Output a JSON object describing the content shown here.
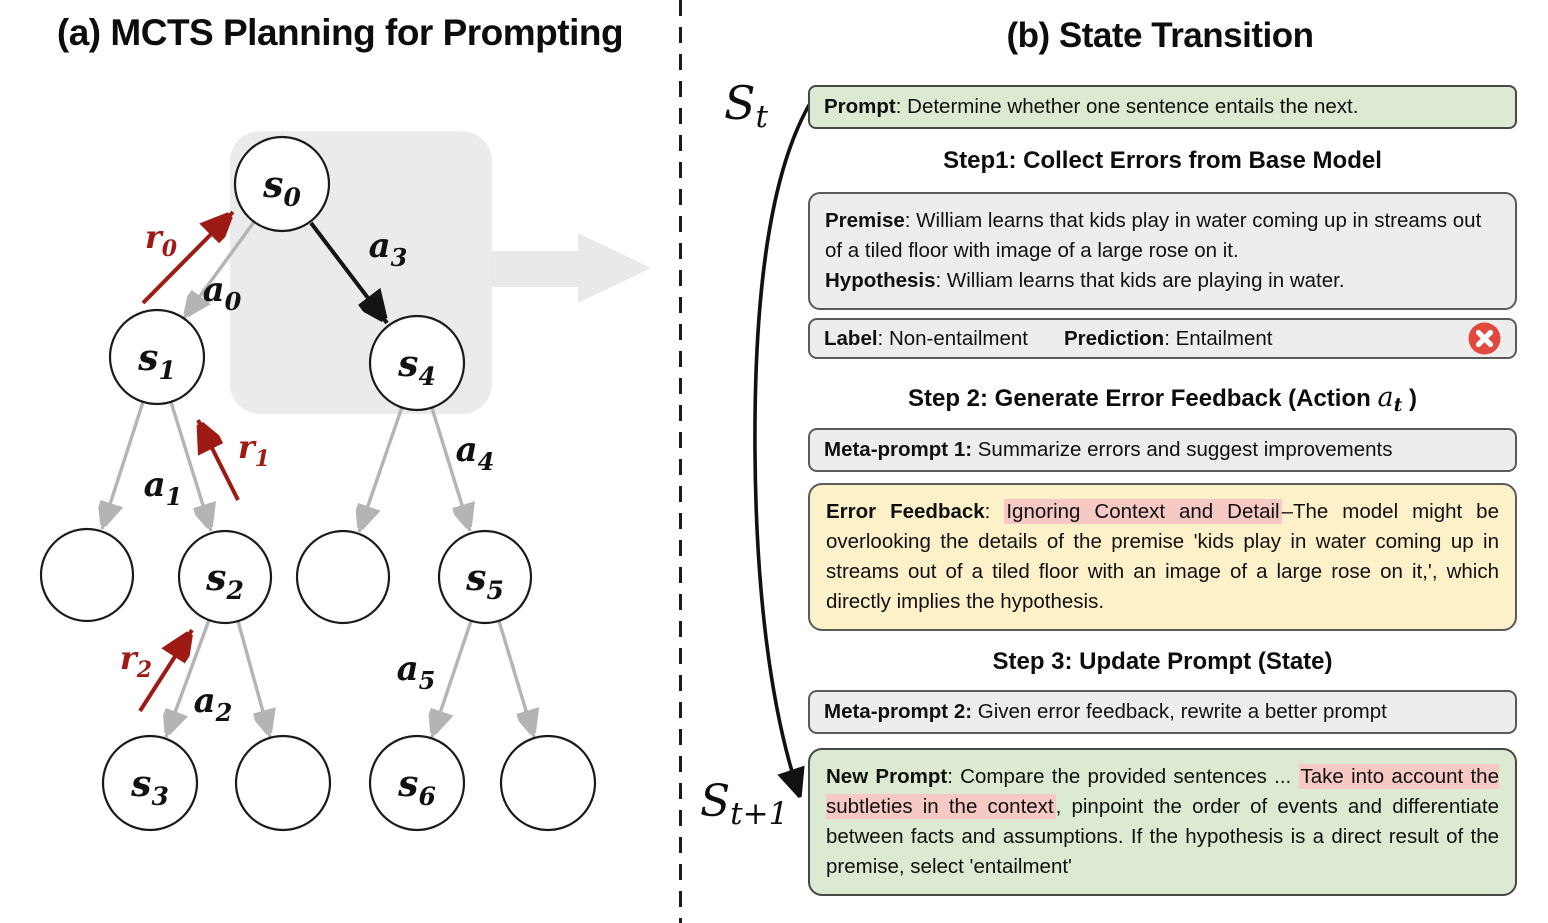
{
  "colors": {
    "reward_red": "#9e1a15",
    "edge_gray": "#b4b4b4",
    "subtree_highlight_gray": "#ebebeb",
    "box_green": "#dcead2",
    "box_gray": "#ededed",
    "box_yellow": "#fdf1ca",
    "text_highlight_pink": "#f6c9c5",
    "error_icon_red": "#e2483d"
  },
  "icons": {
    "error_icon": "red-circle-with-white-x",
    "expand_arrow_icon": "light-gray-right-arrow",
    "state_transition_arrow": "black-curved-arrow"
  },
  "left_panel": {
    "title": "(a) MCTS Planning for Prompting",
    "tree": {
      "nodes": {
        "s0": {
          "base": "s",
          "sub": "0"
        },
        "s1": {
          "base": "s",
          "sub": "1"
        },
        "s2": {
          "base": "s",
          "sub": "2"
        },
        "s3": {
          "base": "s",
          "sub": "3"
        },
        "s4": {
          "base": "s",
          "sub": "4"
        },
        "s5": {
          "base": "s",
          "sub": "5"
        },
        "s6": {
          "base": "s",
          "sub": "6"
        }
      },
      "actions": {
        "a0": {
          "base": "a",
          "sub": "0"
        },
        "a1": {
          "base": "a",
          "sub": "1"
        },
        "a2": {
          "base": "a",
          "sub": "2"
        },
        "a3": {
          "base": "a",
          "sub": "3"
        },
        "a4": {
          "base": "a",
          "sub": "4"
        },
        "a5": {
          "base": "a",
          "sub": "5"
        }
      },
      "rewards": {
        "r0": {
          "base": "r",
          "sub": "0"
        },
        "r1": {
          "base": "r",
          "sub": "1"
        },
        "r2": {
          "base": "r",
          "sub": "2"
        }
      }
    }
  },
  "right_panel": {
    "title": "(b) State Transition",
    "state_label": {
      "base": "S",
      "sub": "t"
    },
    "next_state_label": {
      "base": "S",
      "sub": "t+1"
    },
    "prompt_box": {
      "label": "Prompt",
      "text": ": Determine whether one sentence entails the next."
    },
    "step1_heading": "Step1: Collect Errors from Base Model",
    "premise_box": {
      "premise_label": "Premise",
      "premise_text": ": William learns that kids play in water coming up in streams out of a tiled floor with  image of a large rose on it.",
      "hypothesis_label": "Hypothesis",
      "hypothesis_text": ": William learns that kids are playing in water."
    },
    "label_box": {
      "label_label": "Label",
      "label_value": ": Non-entailment",
      "prediction_label": "Prediction",
      "prediction_value": ": Entailment"
    },
    "step2_heading": {
      "pre": "Step 2: Generate Error Feedback (Action ",
      "math_base": "a",
      "math_sub": "t",
      "post": " )"
    },
    "meta_prompt1_box": {
      "label": "Meta-prompt 1:",
      "text": " Summarize errors and suggest improvements"
    },
    "error_feedback_box": {
      "label": "Error Feedback",
      "pre": ": ",
      "highlight": "Ignoring Context and Detail",
      "post": "–The model might be overlooking the details of the premise 'kids play in water coming up in streams out of a tiled floor with an image of a large rose on it,', which directly implies the hypothesis."
    },
    "step3_heading": "Step 3: Update Prompt (State)",
    "meta_prompt2_box": {
      "label": "Meta-prompt 2:",
      "text": " Given error feedback, rewrite a better prompt"
    },
    "new_prompt_box": {
      "label": "New Prompt",
      "pre": ": Compare the provided sentences ... ",
      "highlight": "Take into account the subtleties in the context",
      "post": ", pinpoint the order of events and differentiate between facts and assumptions. If the hypothesis is a direct result of the premise, select 'entailment'"
    }
  }
}
